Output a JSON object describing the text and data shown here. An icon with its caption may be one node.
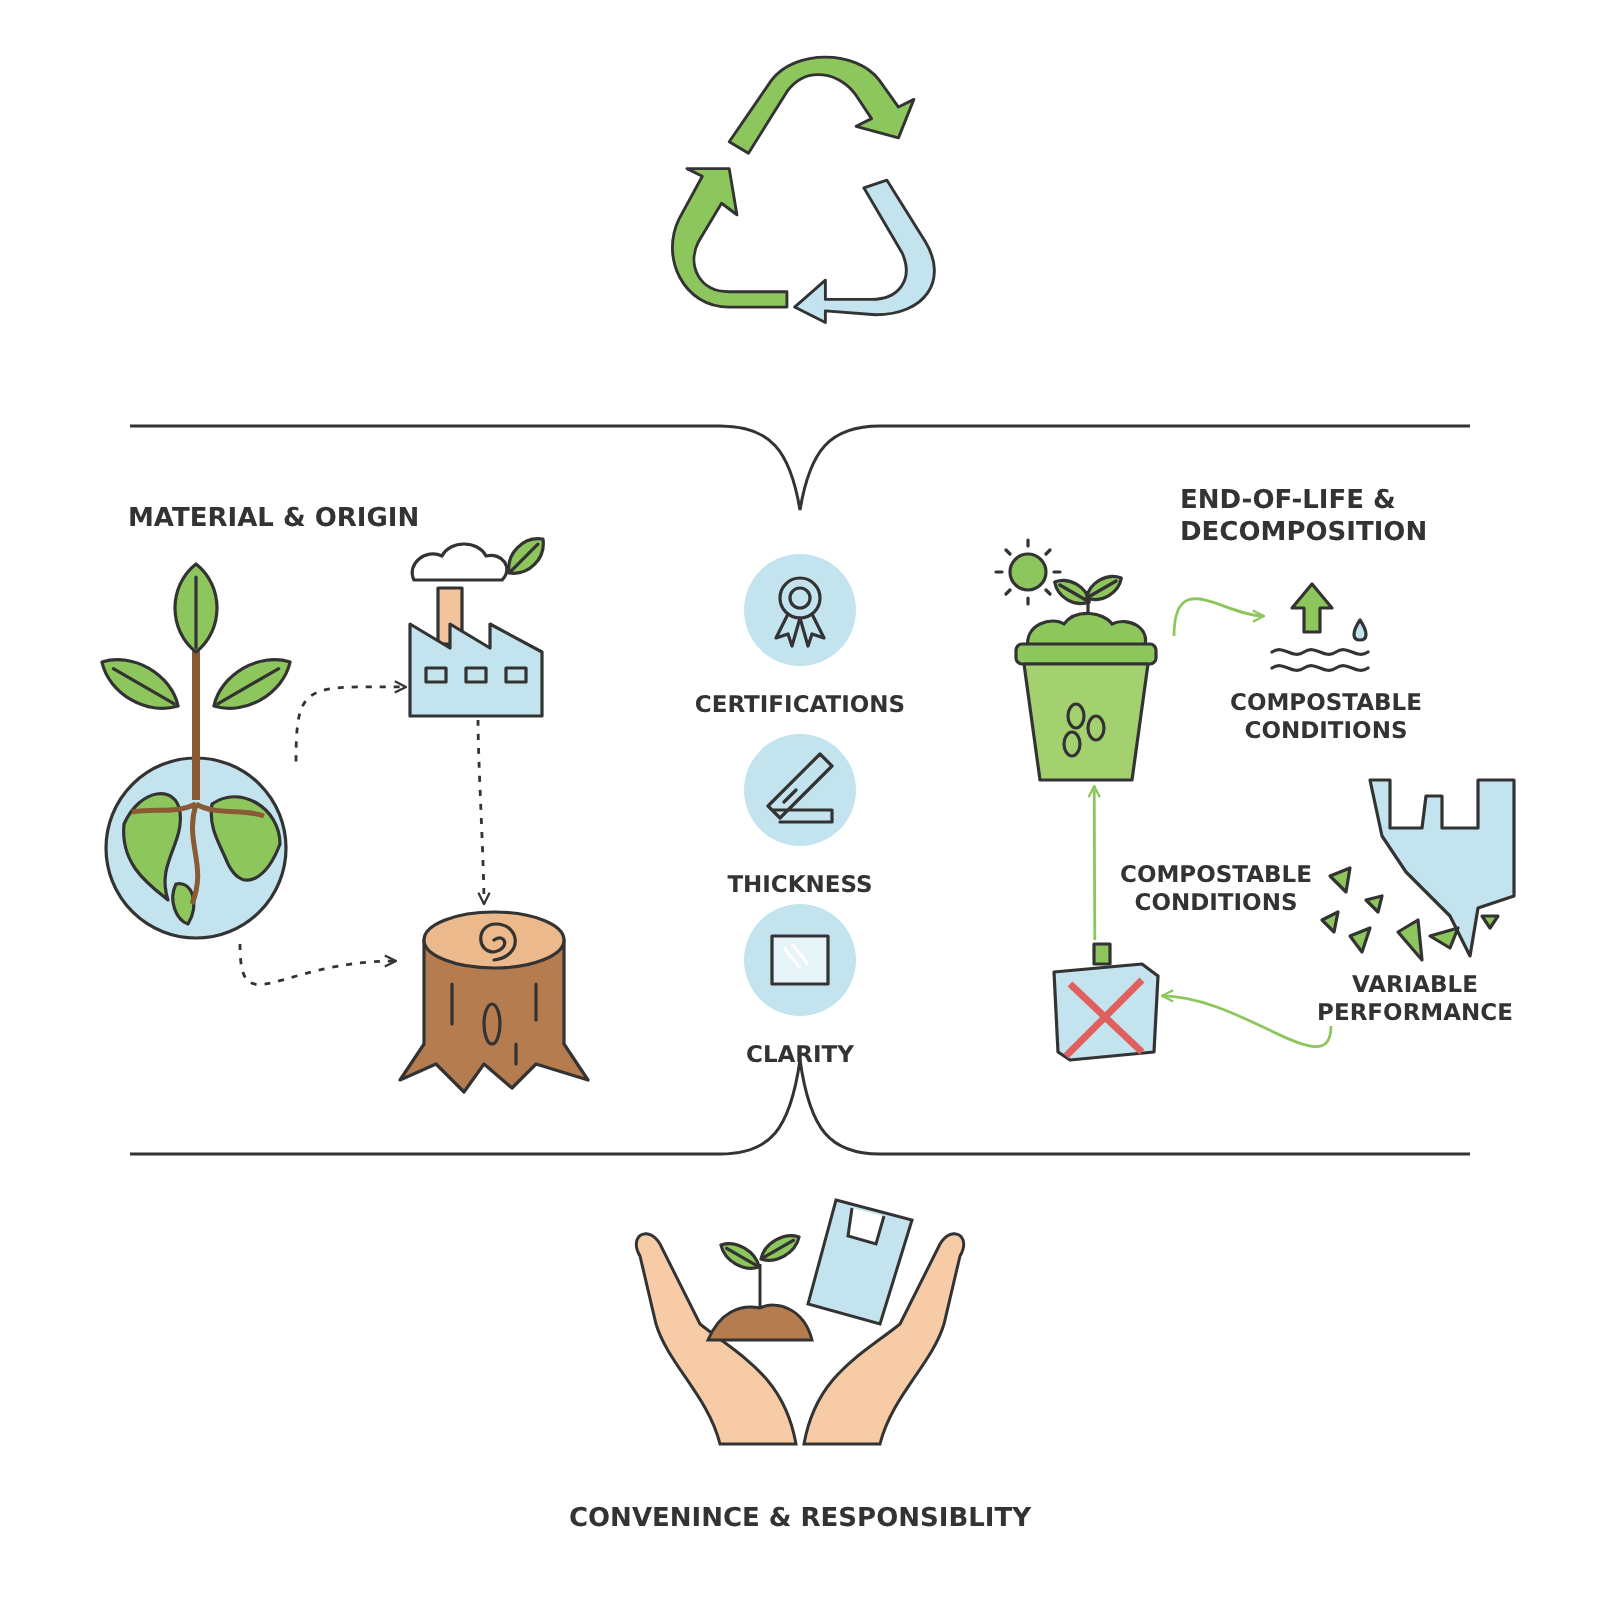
{
  "diagram": {
    "nodes": [
      {
        "text": [],
        "shape": "picture"
      },
      {
        "text": [],
        "shape": "picture"
      },
      {
        "text": [],
        "shape": "picture"
      },
      {
        "text": [
          "CERTIFICATIONS"
        ]
      },
      {
        "text": [
          "THICKNESS"
        ]
      },
      {
        "text": [
          "CLARITY"
        ]
      },
      {
        "text": [],
        "shape": "picture"
      },
      {
        "text": [],
        "shape": "picture",
        "beside": [
          "COMPOSTABLE CONDITIONS"
        ]
      },
      {
        "text": [],
        "shape": "picture",
        "beside": [
          "VARIABLE PERFORMANCE"
        ]
      },
      {
        "text": [],
        "shape": "picture"
      }
    ],
    "edges": [
      {
        "from": 0,
        "to": 1,
        "arrow": "to",
        "style": "dashed",
        "color": "#333333"
      },
      {
        "from": 1,
        "to": 2,
        "arrow": "to",
        "style": "dashed",
        "color": "#333333"
      },
      {
        "from": 0,
        "to": 2,
        "arrow": "to",
        "style": "dashed",
        "color": "#333333"
      },
      {
        "from": 6,
        "to": 7,
        "arrow": "to",
        "color": "#8dc65c"
      },
      {
        "from": 8,
        "to": 9,
        "arrow": "to",
        "color": "#8dc65c"
      },
      {
        "from": 9,
        "to": 6,
        "arrow": "to",
        "label": "COMPOSTABLE CONDITIONS",
        "color": "#8dc65c"
      }
    ],
    "labels": [
      "MATERIAL & ORIGIN",
      "END-OF-LIFE & DECOMPOSITION",
      "CONVENINCE & RESPONSIBLITY"
    ]
  }
}
